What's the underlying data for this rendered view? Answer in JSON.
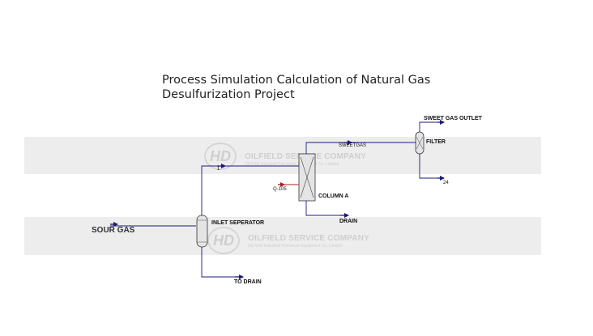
{
  "title": {
    "line1": "Process Simulation Calculation of Natural Gas",
    "line2": "Desulfurization Project"
  },
  "watermark": {
    "logo": "HD",
    "company": "OILFIELD SERVICE COMPANY",
    "subtitle": "Oil Field Industrial Petroleum Equipment Co. Limited"
  },
  "streams": {
    "sour_gas": "SOUR GAS",
    "stream_1": "1",
    "to_drain": "TO DRAIN",
    "q105": "Q-105",
    "sweet_gas": "SWEETGAS",
    "drain": "DRAIN",
    "sweet_gas_outlet": "SWEET GAS OUTLET",
    "stream_24": "24"
  },
  "units": {
    "inlet_separator": "INLET SEPERATOR",
    "column_a": "COLUMN A",
    "filter": "FILTER"
  },
  "colors": {
    "stream_line": "#1a1a7a",
    "energy_stream": "#b01c1c",
    "band": "#ededed"
  }
}
